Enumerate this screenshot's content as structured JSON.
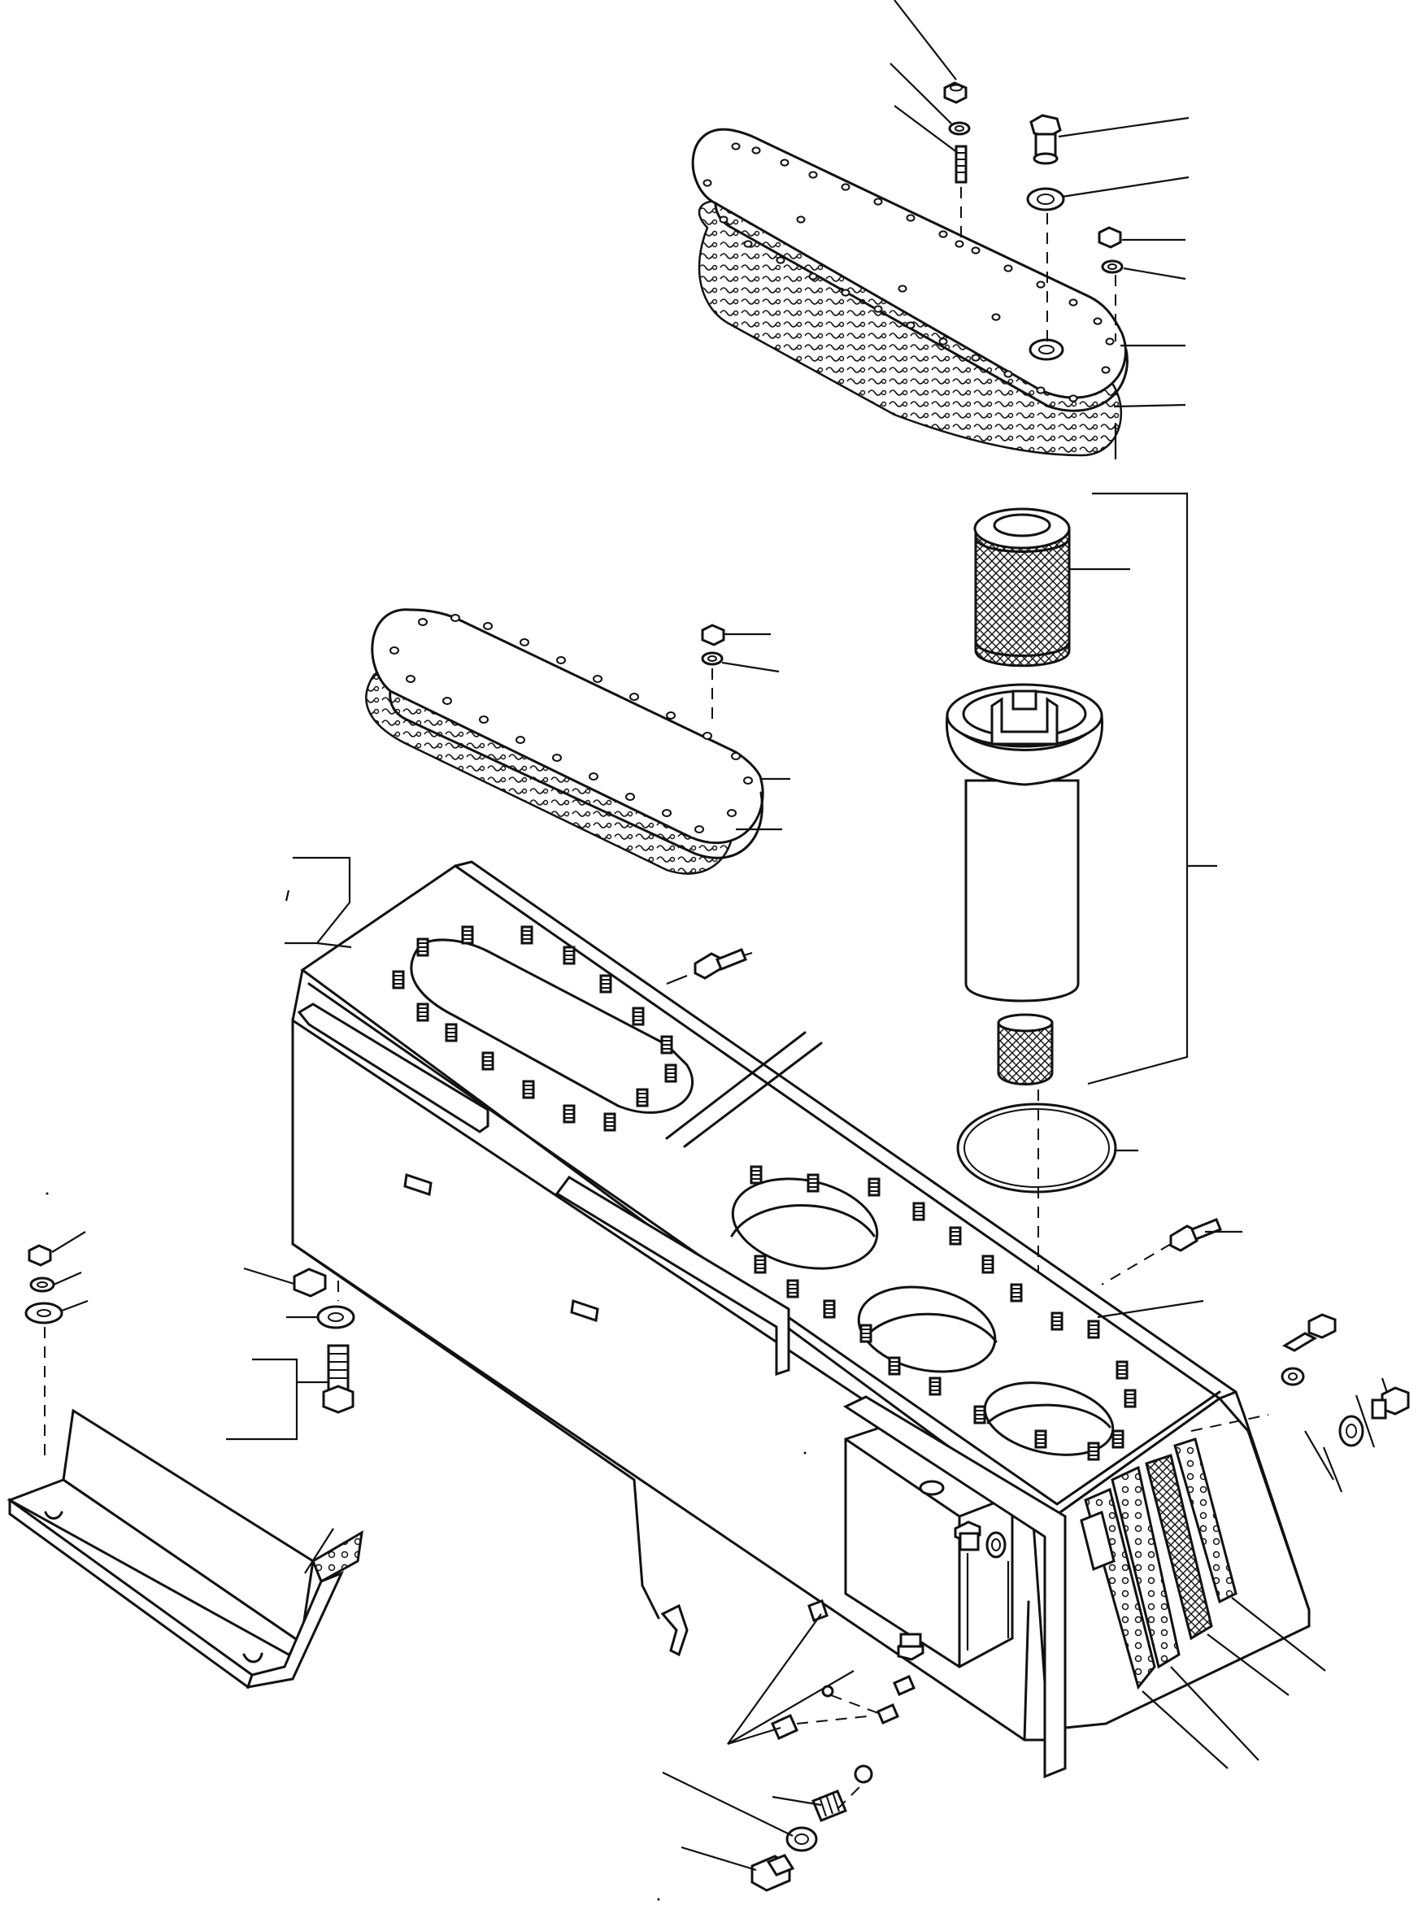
{
  "diagram": {
    "type": "exploded-parts-drawing",
    "labels_present": false,
    "parts": [
      {
        "id": "upper-cover",
        "icon": "oval-cover-plate"
      },
      {
        "id": "upper-gasket",
        "icon": "oval-gasket"
      },
      {
        "id": "breather-plug",
        "icon": "hex-plug"
      },
      {
        "id": "filter-element",
        "icon": "mesh-cylinder"
      },
      {
        "id": "filter-housing",
        "icon": "strainer-housing"
      },
      {
        "id": "o-ring",
        "icon": "ring"
      },
      {
        "id": "middle-cover",
        "icon": "oval-cover-plate"
      },
      {
        "id": "middle-gasket",
        "icon": "oval-gasket"
      },
      {
        "id": "tank-body",
        "icon": "hydraulic-tank"
      },
      {
        "id": "guard-plate",
        "icon": "perforated-guard"
      },
      {
        "id": "side-box",
        "icon": "junction-box"
      },
      {
        "id": "sight-gauge-plates",
        "icon": "gauge-plates"
      },
      {
        "id": "drain-plug",
        "icon": "hex-plug"
      }
    ]
  }
}
